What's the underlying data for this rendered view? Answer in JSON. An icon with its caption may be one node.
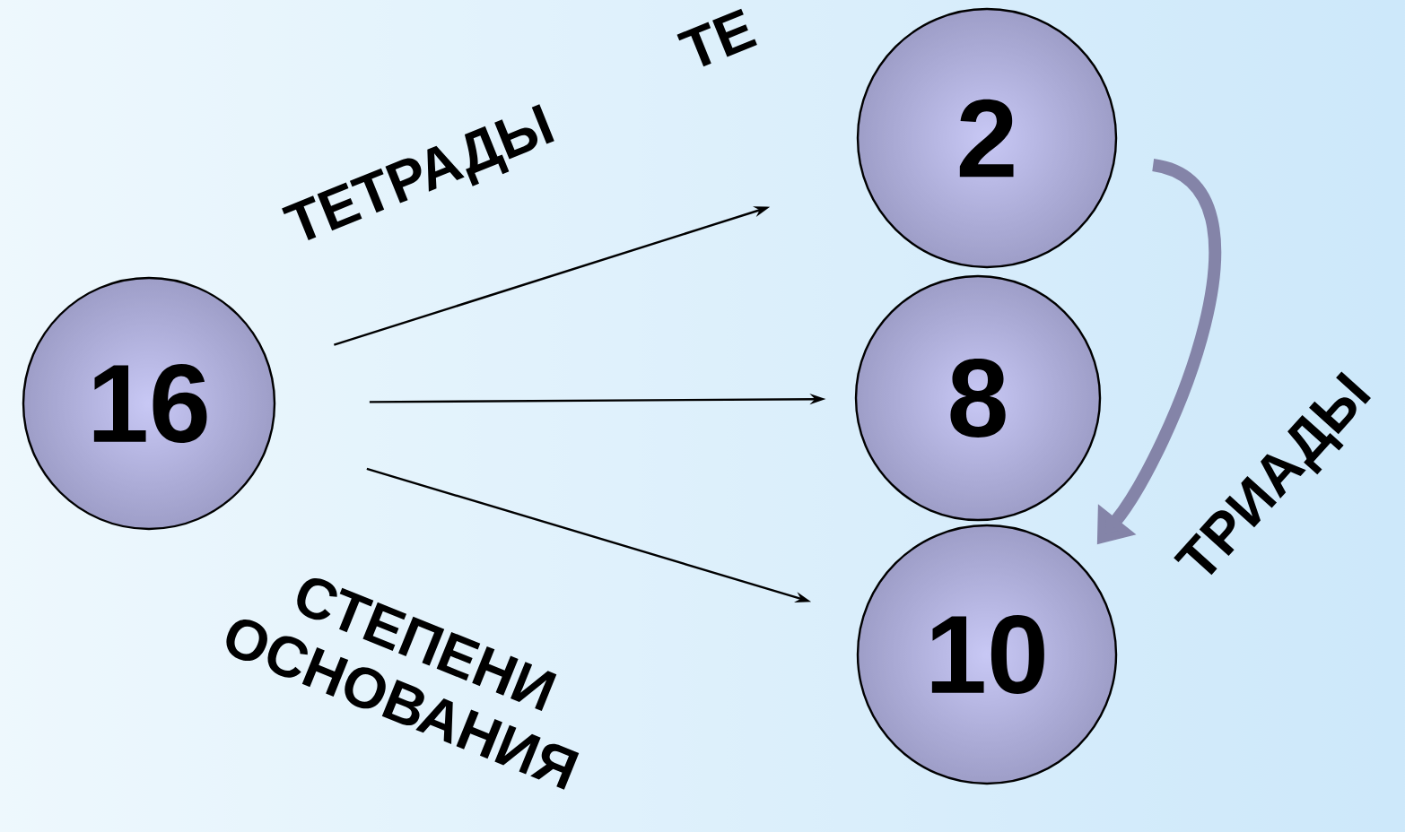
{
  "diagram": {
    "nodes": [
      {
        "text": [
          "16"
        ]
      },
      {
        "text": [
          "2"
        ]
      },
      {
        "text": [
          "8"
        ]
      },
      {
        "text": [
          "10"
        ]
      }
    ],
    "edges": [
      {
        "from": 0,
        "to": 1,
        "arrow": "to",
        "label": "ТЕТРАДЫ"
      },
      {
        "from": 0,
        "to": 2,
        "arrow": "to"
      },
      {
        "from": 0,
        "to": 3,
        "arrow": "to",
        "label": "СТЕПЕНИ ОСНОВАНИЯ"
      },
      {
        "from": 1,
        "to": 3,
        "arrow": "to",
        "label": "ТРИАДЫ",
        "style": "thick",
        "color": "#8484a8"
      }
    ],
    "labels": [
      "ТЕ"
    ]
  }
}
